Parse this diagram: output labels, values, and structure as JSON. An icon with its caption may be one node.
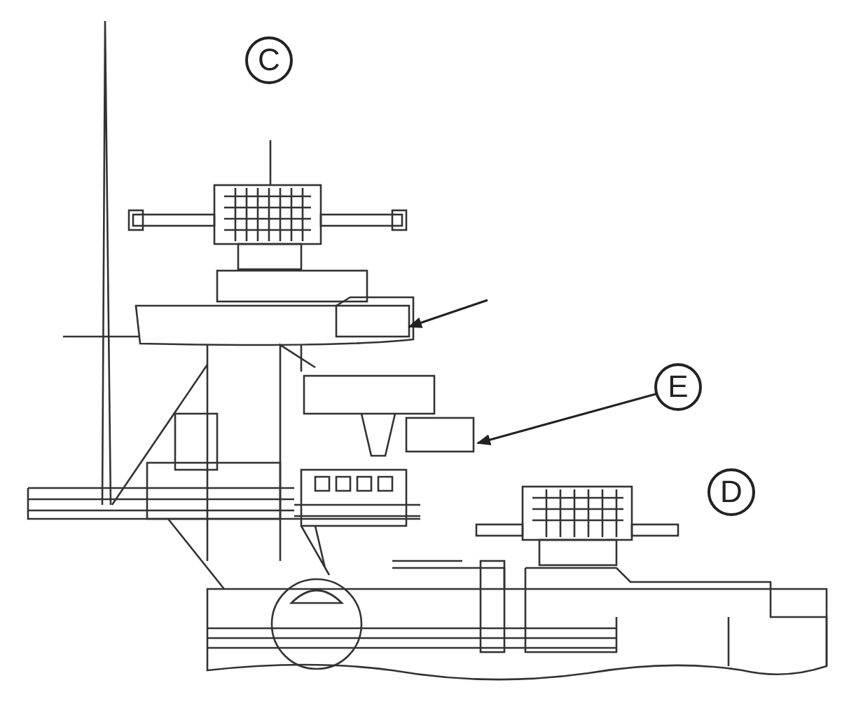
{
  "diagram": {
    "nodes": [
      {
        "text": [
          "C"
        ]
      },
      {
        "text": [
          "E"
        ]
      },
      {
        "text": [
          "D"
        ]
      },
      {
        "text": [],
        "shape": "box"
      },
      {
        "text": [],
        "shape": "box"
      }
    ],
    "edges": [
      {
        "from": 1,
        "to": 3,
        "arrow": "to"
      },
      {
        "from": null,
        "to": 4,
        "arrow": "to"
      }
    ]
  }
}
